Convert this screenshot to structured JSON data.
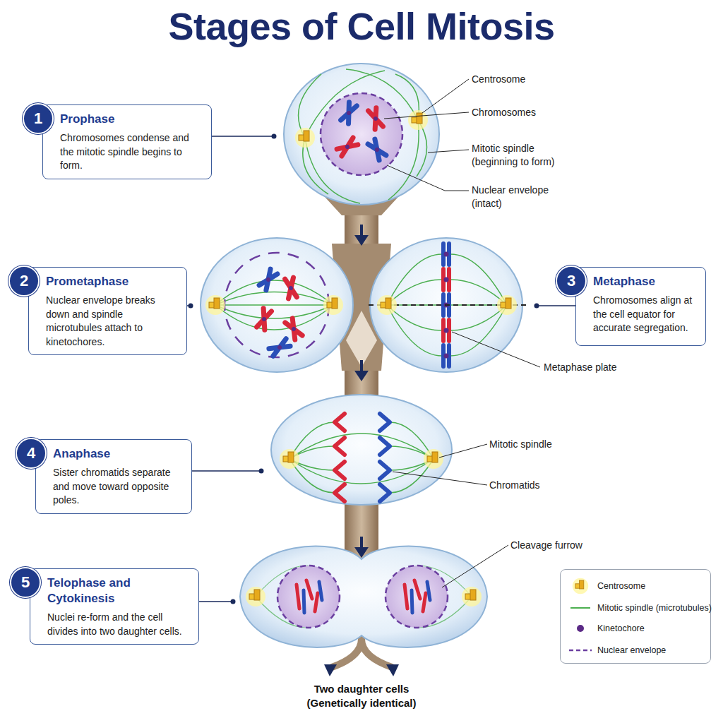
{
  "diagram": {
    "title": "Stages of Cell Mitosis",
    "nodes": [
      {
        "text": [
          "Prophase",
          "Chromosomes condense and the mitotic spindle begins to form."
        ]
      },
      {
        "text": [
          "1"
        ],
        "in": 0
      },
      {
        "text": [
          "Prometaphase",
          "Nuclear envelope breaks down and spindle microtubules attach to kinetochores."
        ]
      },
      {
        "text": [
          "2"
        ],
        "in": 2
      },
      {
        "text": [
          "Metaphase",
          "Chromosomes align at the cell equator for accurate segregation."
        ]
      },
      {
        "text": [
          "3"
        ],
        "in": 4
      },
      {
        "text": [
          "Anaphase",
          "Sister chromatids separate and move toward opposite poles."
        ]
      },
      {
        "text": [
          "4"
        ],
        "in": 6
      },
      {
        "text": [
          "Telophase and Cytokinesis",
          "Nuclei re-form and the cell divides into two daughter cells."
        ]
      },
      {
        "text": [
          "5"
        ],
        "in": 8
      }
    ],
    "labels": [
      "Centrosome",
      "Chromosomes",
      "Mitotic spindle (beginning to form)",
      "Nuclear envelope (intact)",
      "Metaphase plate",
      "Mitotic spindle",
      "Chromatids",
      "Cleavage furrow",
      "Two daughter cells (Genetically identical)"
    ],
    "legend": [
      {
        "text": "Centrosome"
      },
      {
        "text": "Mitotic spindle (microtubules)"
      },
      {
        "text": "Kinetochore",
        "color": "#5b2a86"
      },
      {
        "text": "Nuclear envelope"
      }
    ]
  }
}
